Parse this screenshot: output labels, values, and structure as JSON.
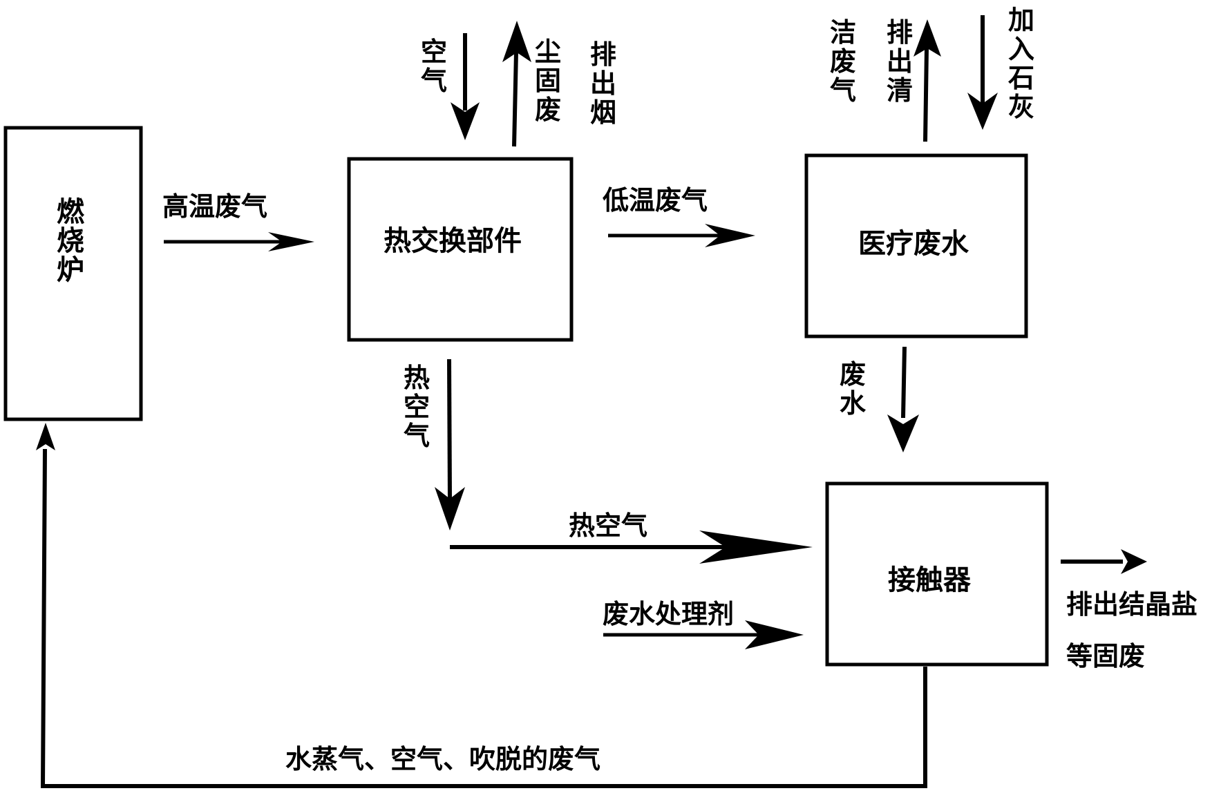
{
  "boxes": {
    "furnace": "燃烧炉",
    "heat_exchanger": "热交换部件",
    "medical_wastewater": "医疗废水",
    "contactor": "接触器"
  },
  "flows": {
    "high_temp_gas": "高温废气",
    "low_temp_gas": "低温废气",
    "air_in": "空气",
    "flue_out": "排出烟尘固废",
    "clean_gas_out": "排出清洁废气",
    "lime_in": "加入石灰",
    "hot_air_down": "热空气",
    "hot_air_right": "热空气",
    "wastewater": "废水",
    "treatment_agent": "废水处理剂",
    "crystal_salt_line1": "排出结晶盐",
    "crystal_salt_line2": "等固废",
    "return_gas": "水蒸气、空气、吹脱的废气"
  }
}
